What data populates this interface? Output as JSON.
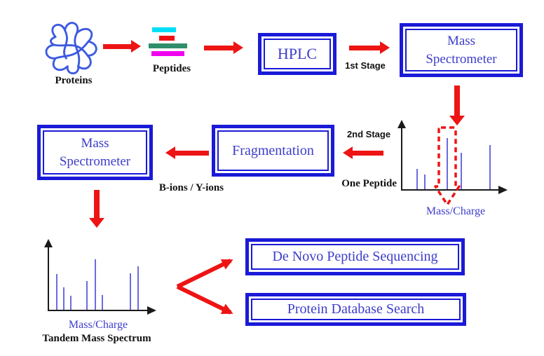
{
  "diagram": {
    "labels": {
      "proteins": "Proteins",
      "peptides": "Peptides",
      "stage1": "1st Stage",
      "stage2": "2nd Stage",
      "bions_yions": "B-ions / Y-ions"
    },
    "boxes": {
      "hplc": "HPLC",
      "mass_spectrometer_lines": [
        "Mass",
        "Spectrometer"
      ],
      "fragmentation": "Fragmentation",
      "de_novo": "De Novo Peptide Sequencing",
      "db_search": "Protein Database Search"
    },
    "colors": {
      "box_border": "#1a1ad8",
      "box_text": "#3d3dcc",
      "arrow_red": "#ee1414",
      "peak_blue": "#6b6be0",
      "axis_black": "#1a1a1a",
      "peptide_bar_colors": [
        "#00dff5",
        "#ee1111",
        "#2f8f6b",
        "#ef00ef"
      ]
    }
  },
  "chart_data": [
    {
      "id": "one-peptide-spectrum",
      "type": "bar",
      "title": "One Peptide",
      "xlabel": "Mass/Charge",
      "ylabel": "",
      "axes_labeled": false,
      "peaks": [
        {
          "x": 0.15,
          "intensity": 0.34
        },
        {
          "x": 0.23,
          "intensity": 0.24
        },
        {
          "x": 0.46,
          "intensity": 0.85
        },
        {
          "x": 0.6,
          "intensity": 0.61
        },
        {
          "x": 0.89,
          "intensity": 0.73
        }
      ],
      "highlight": {
        "peak_index": 2,
        "style": "red dashed arrow outline pointing down"
      }
    },
    {
      "id": "tandem-mass-spectrum",
      "type": "bar",
      "title": "Tandem Mass Spectrum",
      "xlabel": "Mass/Charge",
      "ylabel": "",
      "axes_labeled": false,
      "peaks": [
        {
          "x": 0.08,
          "intensity": 0.58
        },
        {
          "x": 0.15,
          "intensity": 0.36
        },
        {
          "x": 0.22,
          "intensity": 0.23
        },
        {
          "x": 0.38,
          "intensity": 0.47
        },
        {
          "x": 0.46,
          "intensity": 0.82
        },
        {
          "x": 0.53,
          "intensity": 0.24
        },
        {
          "x": 0.81,
          "intensity": 0.59
        },
        {
          "x": 0.89,
          "intensity": 0.7
        }
      ]
    }
  ]
}
